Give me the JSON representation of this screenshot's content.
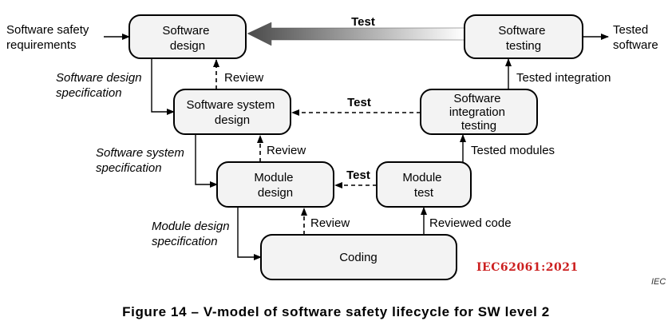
{
  "boxes": {
    "software_design": [
      "Software",
      "design"
    ],
    "software_testing": [
      "Software",
      "testing"
    ],
    "system_design": [
      "Software system",
      "design"
    ],
    "integration_testing": [
      "Software",
      "integration",
      "testing"
    ],
    "module_design": [
      "Module",
      "design"
    ],
    "module_test": [
      "Module",
      "test"
    ],
    "coding": [
      "Coding"
    ]
  },
  "inputs": {
    "requirements": [
      "Software safety",
      "requirements"
    ],
    "tested_software": [
      "Tested",
      "software"
    ]
  },
  "specifications": {
    "software_design": [
      "Software design",
      "specification"
    ],
    "system": [
      "Software system",
      "specification"
    ],
    "module_design": [
      "Module design",
      "specification"
    ]
  },
  "labels": {
    "test": "Test",
    "review": "Review",
    "tested_integration": "Tested integration",
    "tested_modules": "Tested modules",
    "reviewed_code": "Reviewed code"
  },
  "stamp": "IEC62061:2021",
  "mark": "IEC",
  "caption": "Figure 14 – V-model of software safety lifecycle for SW level 2",
  "colors": {
    "box_fill": "#f3f3f3",
    "stamp": "#cc1f1f"
  }
}
